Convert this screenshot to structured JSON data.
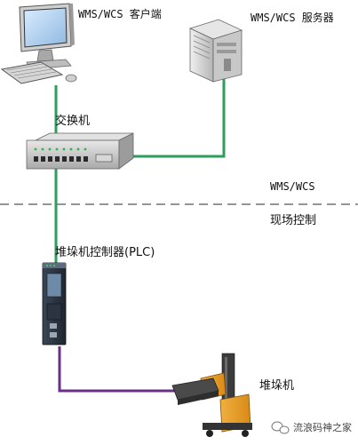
{
  "labels": {
    "client": "WMS/WCS 客户端",
    "server": "WMS/WCS 服务器",
    "switch": "交换机",
    "zone_upper": "WMS/WCS",
    "zone_lower": "现场控制",
    "plc": "堆垛机控制器(PLC)",
    "stacker": "堆垛机"
  },
  "watermark": {
    "text": "流浪码神之家"
  },
  "colors": {
    "ethernet_link": "#2e9e5b",
    "profibus_link": "#6b2f8a",
    "divider": "#555555"
  },
  "icons": {
    "client": "computer-icon",
    "server": "server-icon",
    "switch": "network-switch-icon",
    "plc": "plc-controller-icon",
    "stacker": "stacker-crane-icon",
    "watermark": "wechat-icon"
  }
}
